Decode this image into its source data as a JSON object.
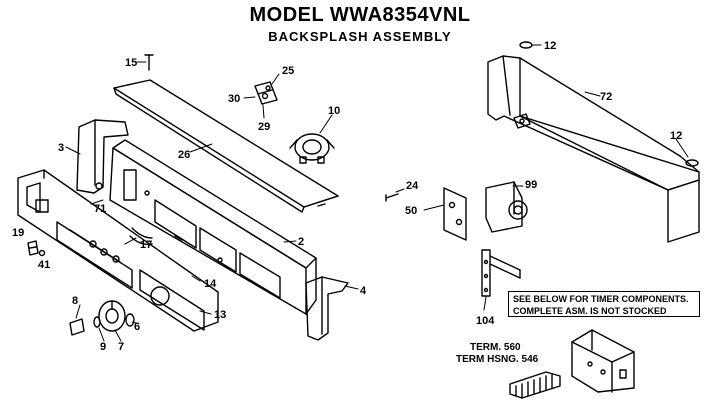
{
  "title": "MODEL WWA8354VNL",
  "subtitle": "BACKSPLASH ASSEMBLY",
  "callouts": {
    "c15": "15",
    "c25": "25",
    "c30": "30",
    "c29": "29",
    "c10": "10",
    "c3": "3",
    "c26": "26",
    "c71": "71",
    "c19": "19",
    "c41": "41",
    "c17": "17",
    "c2": "2",
    "c14": "14",
    "c4": "4",
    "c8": "8",
    "c9": "9",
    "c7": "7",
    "c6": "6",
    "c13": "13",
    "c12a": "12",
    "c72": "72",
    "c12b": "12",
    "c24": "24",
    "c99": "99",
    "c50": "50",
    "c104": "104"
  },
  "note": {
    "line1": "SEE BELOW FOR TIMER COMPONENTS.",
    "line2": "COMPLETE ASM. IS NOT STOCKED"
  },
  "terms": {
    "term1": "TERM. 560",
    "term2": "TERM HSNG. 546"
  }
}
